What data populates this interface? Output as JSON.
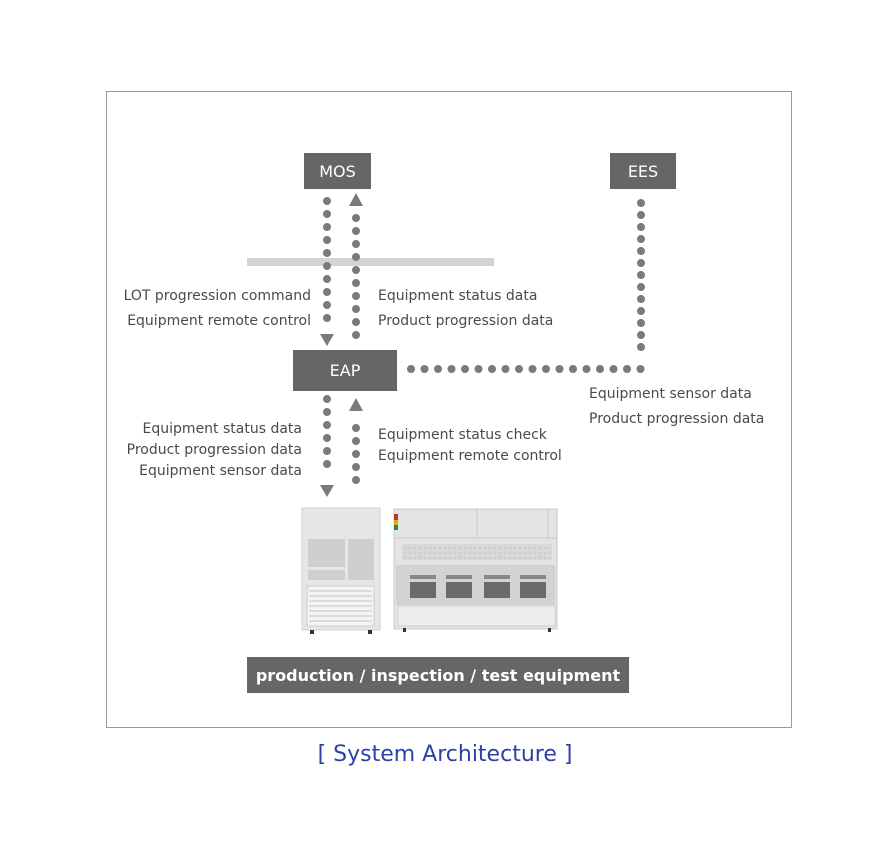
{
  "nodes": {
    "mos": "MOS",
    "ees": "EES",
    "eap": "EAP"
  },
  "labels": {
    "mos_to_eap": [
      "LOT progression command",
      "Equipment remote control"
    ],
    "eap_to_mos": [
      "Equipment status data",
      "Product progression data"
    ],
    "eap_to_ees": [
      "Equipment sensor data",
      "Product progression data"
    ],
    "equipment_to_eap": [
      "Equipment status data",
      "Product progression data",
      "Equipment sensor data"
    ],
    "eap_to_equipment": [
      "Equipment status check",
      "Equipment remote control"
    ]
  },
  "equipment_label": "production / inspection / test equipment",
  "caption": "[ System Architecture ]",
  "colors": {
    "node": "#666666",
    "dots": "#7a7a7a",
    "divider": "#d4d4d4",
    "caption": "#2f40a8",
    "frame": "#9a9a9a"
  }
}
